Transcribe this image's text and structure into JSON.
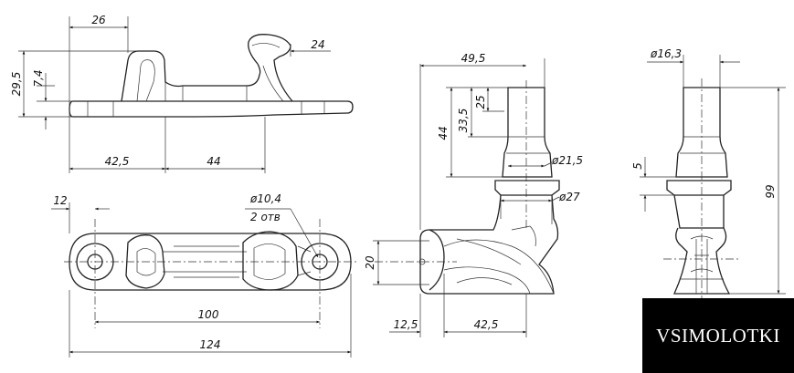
{
  "dimensions": {
    "side_view": {
      "d26": "26",
      "d24": "24",
      "d29_5": "29,5",
      "d7_4": "7,4",
      "d42_5": "42,5",
      "d44": "44"
    },
    "top_view": {
      "d12": "12",
      "hole_dia": "ø10,4",
      "hole_count": "2 отв",
      "d100": "100",
      "d124": "124"
    },
    "front_view": {
      "d49_5": "49,5",
      "d44": "44",
      "d33_5": "33,5",
      "d25": "25",
      "dia21_5": "ø21,5",
      "dia27": "ø27",
      "d20": "20",
      "d12_5": "12,5",
      "d42_5": "42,5"
    },
    "end_view": {
      "dia16_3": "ø16,3",
      "d5": "5",
      "d99": "99"
    }
  },
  "brand": {
    "name": "VSIMOLOTKI"
  },
  "colors": {
    "line": "#222222",
    "background": "#ffffff",
    "brand_bg": "#000000",
    "brand_fg": "#ffffff"
  }
}
